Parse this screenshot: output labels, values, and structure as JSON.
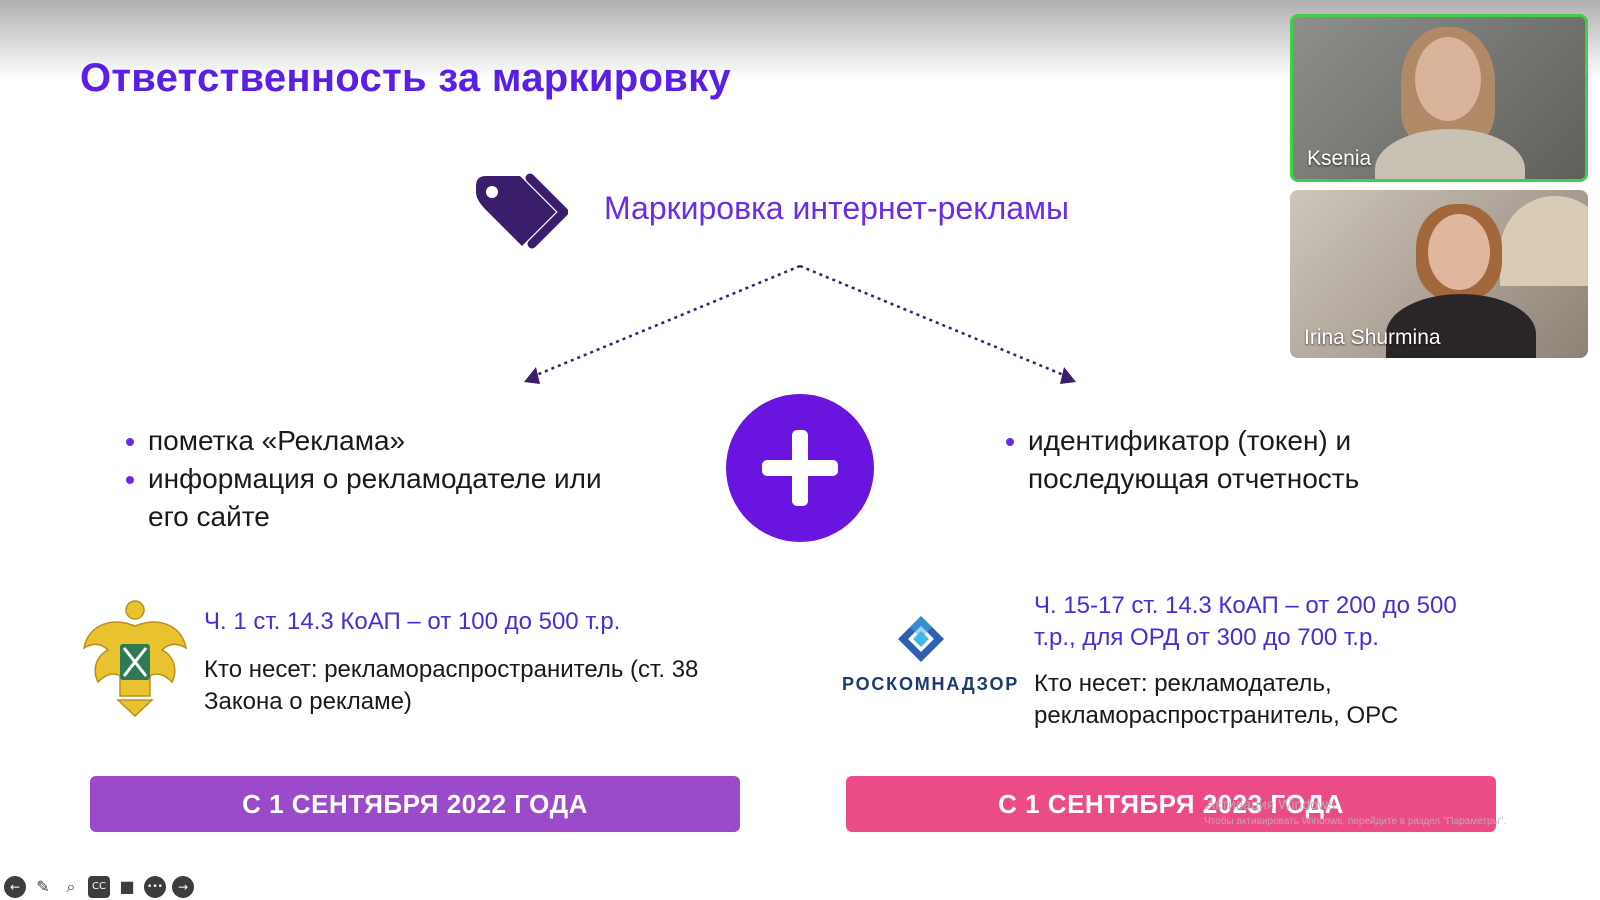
{
  "slide": {
    "title": "Ответственность за маркировку",
    "marking_label": "Маркировка интернет-рекламы",
    "left_bullets": [
      "пометка «Реклама»",
      "информация о рекламодателе или его сайте"
    ],
    "right_bullets": [
      "идентификатор (токен) и последующая отчетность"
    ],
    "left_fine": "Ч. 1 ст. 14.3 КоАП – от 100 до 500 т.р.",
    "left_who": "Кто несет: рекламораспространитель (ст. 38 Закона о рекламе)",
    "right_org": "РОСКОМНАДЗОР",
    "right_fine": "Ч. 15-17 ст. 14.3 КоАП – от 200 до 500 т.р., для ОРД от 300 до 700 т.р.",
    "right_who": "Кто несет: рекламодатель, рекламораспространитель, ОРС",
    "left_banner": "С 1 СЕНТЯБРЯ 2022 ГОДА",
    "right_banner": "С 1 СЕНТЯБРЯ 2023 ГОДА"
  },
  "watermark": {
    "title": "Активация Windows",
    "subtitle": "Чтобы активировать Windows, перейдите в раздел \"Параметры\"."
  },
  "participants": [
    {
      "name": "Ksenia",
      "speaking": true
    },
    {
      "name": "Irina Shurmina",
      "speaking": false
    }
  ],
  "toolbar": {
    "items": [
      {
        "icon": "back-arrow-icon",
        "glyph": "←"
      },
      {
        "icon": "pen-icon",
        "glyph": "✎"
      },
      {
        "icon": "search-icon",
        "glyph": "⌕"
      },
      {
        "icon": "captions-icon",
        "glyph": "CC"
      },
      {
        "icon": "camera-off-icon",
        "glyph": "■"
      },
      {
        "icon": "more-icon",
        "glyph": "•••"
      },
      {
        "icon": "forward-arrow-icon",
        "glyph": "→"
      }
    ]
  },
  "colors": {
    "title": "#5A1EE6",
    "plus_circle": "#6A14E0",
    "banner_left": "#9B4AC9",
    "banner_right": "#EB4B86",
    "speaking_border": "#3fcf4a"
  }
}
